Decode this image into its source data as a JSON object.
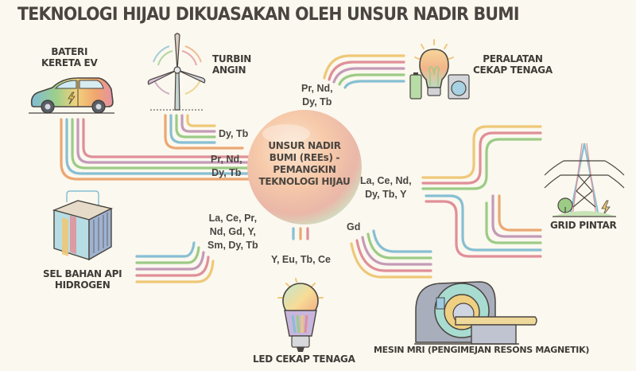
{
  "title": "TEKNOLOGI HIJAU DIKUASAKAN OLEH UNSUR NADIR BUMI",
  "hub": {
    "lines": [
      "UNSUR NADIR",
      "BUMI (REEs) -",
      "PEMANGKIN",
      "TEKNOLOGI HIJAU"
    ]
  },
  "nodes": [
    {
      "id": "ev-battery",
      "label_lines": [
        "BATERI",
        "KERETA EV"
      ],
      "icon": "electric-car-icon",
      "elements_lines": [
        "Pr, Nd,",
        "Dy, Tb"
      ]
    },
    {
      "id": "wind-turbine",
      "label_lines": [
        "TURBIN",
        "ANGIN"
      ],
      "icon": "wind-turbine-icon",
      "elements_lines": [
        "Dy, Tb"
      ]
    },
    {
      "id": "efficient-appliances",
      "label_lines": [
        "PERALATAN",
        "CEKAP TENAGA"
      ],
      "icon": "appliances-bulb-icon",
      "elements_lines": [
        "Pr, Nd,",
        "Dy, Tb"
      ]
    },
    {
      "id": "smart-grid",
      "label_lines": [
        "GRID PINTAR"
      ],
      "icon": "power-pylon-icon",
      "elements_lines": [
        "La, Ce, Nd,",
        "Dy, Tb, Y"
      ]
    },
    {
      "id": "hydrogen-fuel-cell",
      "label_lines": [
        "SEL BAHAN API",
        "HIDROGEN"
      ],
      "icon": "fuel-cell-icon",
      "elements_lines": [
        "La, Ce, Pr,",
        "Nd, Gd, Y,",
        "Sm, Dy, Tb"
      ]
    },
    {
      "id": "led",
      "label_lines": [
        "LED CEKAP  TENAGA"
      ],
      "icon": "led-bulb-icon",
      "elements_lines": [
        "Y, Eu, Tb, Ce"
      ]
    },
    {
      "id": "mri",
      "label_lines": [
        "MESIN MRI (PENGIMEJAN RESONS MAGNETIK)"
      ],
      "icon": "mri-scanner-icon",
      "elements_lines": [
        "Gd"
      ]
    }
  ],
  "colors": {
    "background": "#fbf8ef",
    "text": "#3f3b37",
    "stripe_orange": "#eba873",
    "stripe_blue": "#86bfd3",
    "stripe_green": "#9ccb86",
    "stripe_purple": "#c49ab8",
    "stripe_pink": "#e08f98",
    "stripe_yellow": "#eec878"
  }
}
